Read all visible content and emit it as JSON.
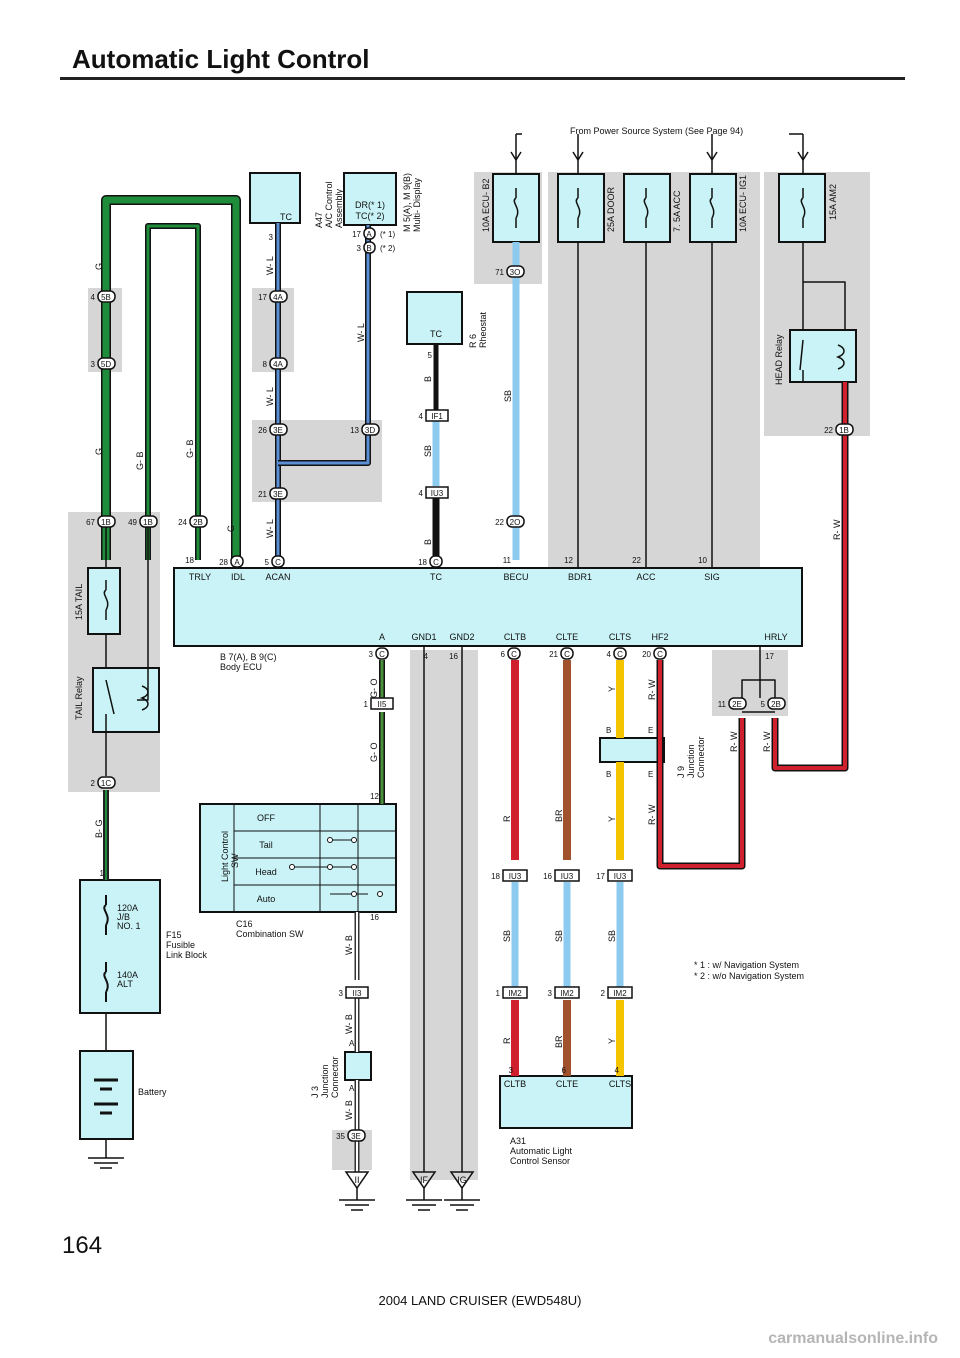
{
  "page": {
    "title": "Automatic Light Control",
    "page_number": "164",
    "footer": "2004 LAND CRUISER (EWD548U)",
    "watermark": "carmanualsonline.info"
  },
  "power_source_note": "From Power Source System (See Page 94)",
  "notes": [
    "* 1 : w/ Navigation System",
    "* 2 : w/o Navigation System"
  ],
  "fuses": {
    "ecu_b2": "10A ECU- B2",
    "door": "25A DOOR",
    "acc": "7. 5A ACC",
    "ecu_ig1": "10A ECU- IG1",
    "am2": "15A AM2",
    "tail": "15A TAIL",
    "jb_no1": [
      "120A",
      "J/B",
      "NO. 1"
    ],
    "alt": [
      "140A",
      "ALT"
    ]
  },
  "components": {
    "ac_control": {
      "code": "A47",
      "name": [
        "A/C Control",
        "Assembly"
      ],
      "pin": "TC"
    },
    "multi_display": {
      "code": "M 5(A), M 9(B)",
      "name": "Multi- Display",
      "pins": [
        "DR(* 1)",
        "TC(* 2)"
      ]
    },
    "rheostat": {
      "code": "R 6",
      "name": "Rheostat",
      "pin": "TC"
    },
    "head_relay": "HEAD Relay",
    "tail_relay": "TAIL Relay",
    "body_ecu": {
      "code": "B 7(A), B 9(C)",
      "name": "Body ECU"
    },
    "combination_sw": {
      "code": "C16",
      "name": "Combination SW",
      "switch_title": [
        "Light Control",
        "SW"
      ],
      "positions": [
        "OFF",
        "Tail",
        "Head",
        "Auto"
      ]
    },
    "fusible_link": {
      "code": "F15",
      "name": [
        "Fusible",
        "Link Block"
      ]
    },
    "battery": "Battery",
    "j9": {
      "code": "J 9",
      "name": [
        "Junction",
        "Connector"
      ]
    },
    "j3": {
      "code": "J 3",
      "name": [
        "Junction",
        "Connector"
      ]
    },
    "light_sensor": {
      "code": "A31",
      "name": [
        "Automatic Light",
        "Control Sensor"
      ],
      "pins": [
        "CLTB",
        "CLTE",
        "CLTS"
      ]
    }
  },
  "ecu_pins_top": [
    "TRLY",
    "IDL",
    "ACAN",
    "TC",
    "BECU",
    "BDR1",
    "ACC",
    "SIG"
  ],
  "ecu_pins_bottom": [
    "A",
    "GND1",
    "GND2",
    "CLTB",
    "CLTE",
    "CLTS",
    "HF2",
    "HRLY"
  ],
  "wire_colors": {
    "G": "#1e8c3a",
    "G-B": "#1e8c3a",
    "W-L": "#5b8fd6",
    "SB": "#8ccaf0",
    "B": "#111111",
    "R": "#d0202e",
    "BR": "#a0522d",
    "Y": "#f5c400",
    "R-W": "#d0202e",
    "G-O": "#4a8f3a",
    "W-B": "#333333",
    "B-G": "#222222"
  },
  "colors": {
    "component_fill": "#c9f3f6",
    "shade": "#d6d6d6",
    "text": "#111111"
  }
}
